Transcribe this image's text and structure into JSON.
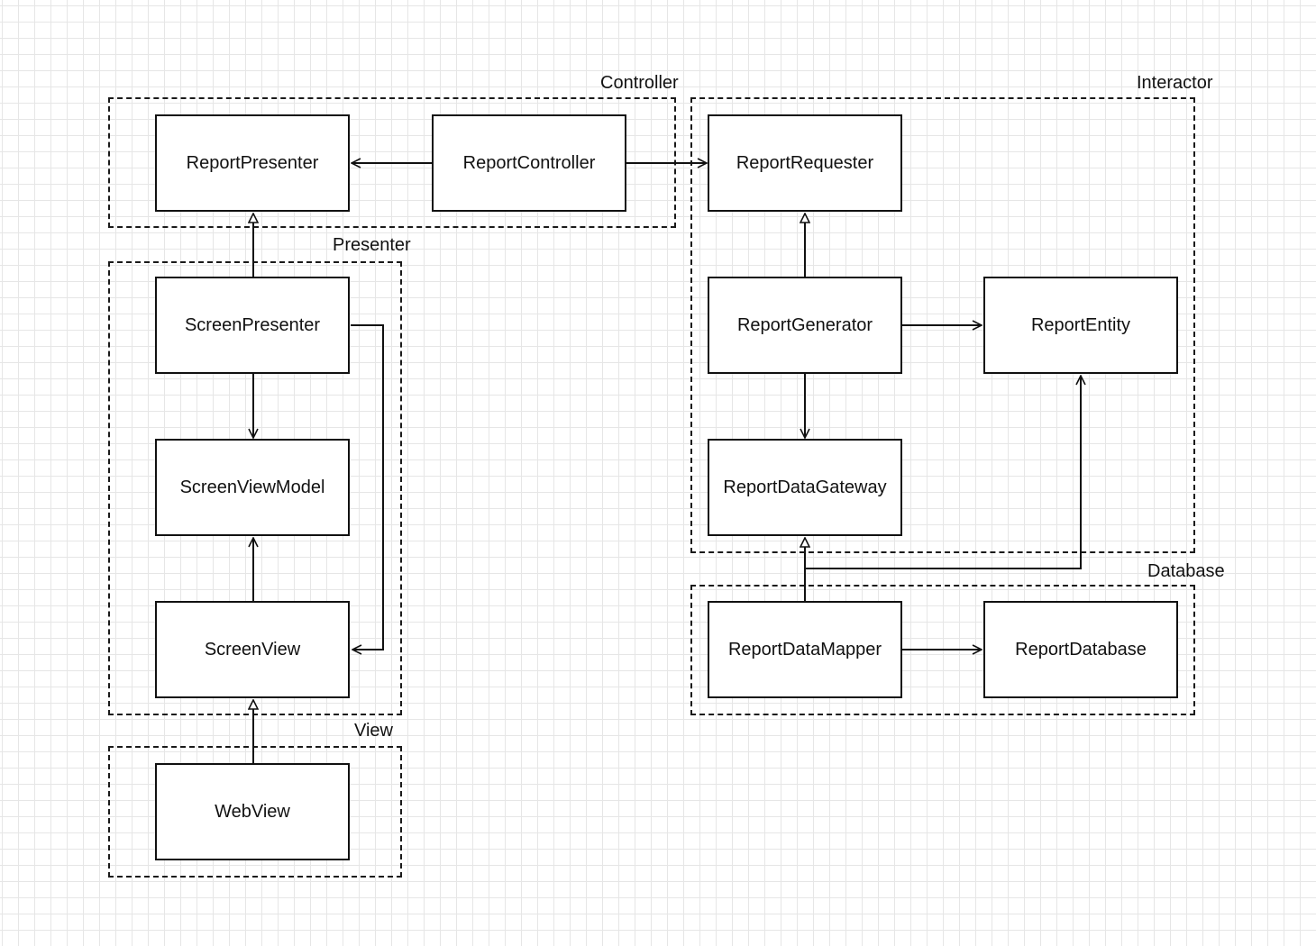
{
  "groups": {
    "controller": "Controller",
    "interactor": "Interactor",
    "presenter": "Presenter",
    "view": "View",
    "database": "Database"
  },
  "nodes": {
    "report_presenter": "ReportPresenter",
    "report_controller": "ReportController",
    "report_requester": "ReportRequester",
    "screen_presenter": "ScreenPresenter",
    "report_generator": "ReportGenerator",
    "report_entity": "ReportEntity",
    "screen_view_model": "ScreenViewModel",
    "report_data_gateway": "ReportDataGateway",
    "screen_view": "ScreenView",
    "report_data_mapper": "ReportDataMapper",
    "report_database": "ReportDatabase",
    "web_view": "WebView"
  },
  "colors": {
    "stroke": "#111111",
    "grid": "#e6e6e6",
    "background": "#ffffff"
  }
}
